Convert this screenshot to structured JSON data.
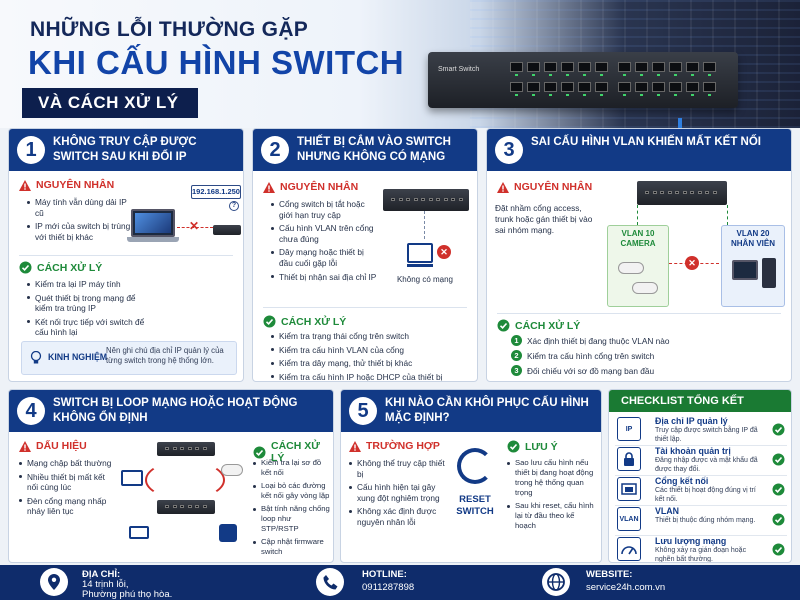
{
  "header": {
    "line1": "NHỮNG LỖI THƯỜNG GẶP",
    "line2": "KHI CẤU HÌNH SWITCH",
    "line3": "VÀ CÁCH XỬ LÝ",
    "device_label": "Smart Switch"
  },
  "s1": {
    "num": "1",
    "title": "KHÔNG TRUY CẬP ĐƯỢC SWITCH SAU KHI ĐỔI IP",
    "cause_label": "NGUYÊN NHÂN",
    "causes": [
      "Máy tính vẫn dùng dải IP cũ",
      "IP mới của switch bị trùng với thiết bị khác"
    ],
    "ip_tag": "192.168.1.250",
    "fix_label": "CÁCH XỬ LÝ",
    "fixes": [
      "Kiểm tra lại IP máy tính",
      "Quét thiết bị trong mạng để kiểm tra trùng IP",
      "Kết nối trực tiếp với switch để cấu hình lại"
    ],
    "tip_label": "KINH NGHIỆM",
    "tip_text": "Nên ghi chú địa chỉ IP quản lý của từng switch trong hệ thống lớn."
  },
  "s2": {
    "num": "2",
    "title": "THIẾT BỊ CẮM VÀO SWITCH NHƯNG KHÔNG CÓ MẠNG",
    "cause_label": "NGUYÊN NHÂN",
    "causes": [
      "Cổng switch bị tắt hoặc giới hạn truy cập",
      "Cấu hình VLAN trên cổng chưa đúng",
      "Dây mạng hoặc thiết bị đầu cuối gặp lỗi",
      "Thiết bị nhận sai địa chỉ IP"
    ],
    "no_net": "Không có mạng",
    "fix_label": "CÁCH XỬ LÝ",
    "fixes": [
      "Kiểm tra trạng thái cổng trên switch",
      "Kiểm tra cấu hình VLAN của cổng",
      "Kiểm tra dây mạng, thử thiết bị khác",
      "Kiểm tra cấu hình IP hoặc DHCP của thiết bị"
    ]
  },
  "s3": {
    "num": "3",
    "title": "SAI CẤU HÌNH VLAN KHIẾN MẤT KẾT NỐI",
    "cause_label": "NGUYÊN NHÂN",
    "cause_text": "Đặt nhầm cổng access, trunk hoặc gán thiết bị vào sai nhóm mạng.",
    "vlan10": "VLAN 10",
    "vlan10_sub": "CAMERA",
    "vlan20": "VLAN 20",
    "vlan20_sub": "NHÂN VIÊN",
    "fix_label": "CÁCH XỬ LÝ",
    "fixes": [
      "Xác định thiết bị đang thuộc VLAN nào",
      "Kiểm tra cấu hình cổng trên switch",
      "Đối chiếu với sơ đồ mạng ban đầu"
    ],
    "fix_nums": [
      "1",
      "2",
      "3"
    ]
  },
  "s4": {
    "num": "4",
    "title": "SWITCH BỊ LOOP MẠNG HOẶC HOẠT ĐỘNG KHÔNG ỔN ĐỊNH",
    "sign_label": "DẤU HIỆU",
    "signs": [
      "Mạng chập bất thường",
      "Nhiều thiết bị mất kết nối cùng lúc",
      "Đèn cổng mạng nhấp nháy liên tục"
    ],
    "fix_label": "CÁCH XỬ LÝ",
    "fixes": [
      "Kiểm tra lại sơ đồ kết nối",
      "Loại bỏ các đường kết nối gây vòng lặp",
      "Bật tính năng chống loop như STP/RSTP",
      "Cập nhật firmware switch"
    ]
  },
  "s5": {
    "num": "5",
    "title": "KHI NÀO CẦN KHÔI PHỤC CẤU HÌNH MẶC ĐỊNH?",
    "case_label": "TRƯỜNG HỢP",
    "cases": [
      "Không thể truy cập thiết bị",
      "Cấu hình hiện tại gây xung đột nghiêm trọng",
      "Không xác định được nguyên nhân lỗi"
    ],
    "reset_label": "RESET",
    "reset_sub": "SWITCH",
    "note_label": "LƯU Ý",
    "notes": [
      "Sao lưu cấu hình nếu thiết bị đang hoạt động trong hệ thống quan trọng",
      "Sau khi reset, cấu hình lại từ đầu theo kế hoạch"
    ]
  },
  "checklist": {
    "title": "CHECKLIST TỔNG KẾT",
    "items": [
      {
        "title": "Địa chỉ IP quản lý",
        "desc": "Truy cập được switch bằng IP đã thiết lập.",
        "icon": "ip-icon",
        "badge": "IP"
      },
      {
        "title": "Tài khoản quản trị",
        "desc": "Đăng nhập được và mật khẩu đã được thay đổi.",
        "icon": "lock-icon",
        "badge": ""
      },
      {
        "title": "Cổng kết nối",
        "desc": "Các thiết bị hoạt động đúng vị trí kết nối.",
        "icon": "port-icon",
        "badge": ""
      },
      {
        "title": "VLAN",
        "desc": "Thiết bị thuộc đúng nhóm mạng.",
        "icon": "vlan-icon",
        "badge": "VLAN"
      },
      {
        "title": "Lưu lượng mạng",
        "desc": "Không xảy ra gián đoạn hoặc nghẽn bất thường.",
        "icon": "gauge-icon",
        "badge": ""
      }
    ]
  },
  "footer": {
    "addr_label": "ĐỊA CHỈ:",
    "addr_line1": "14 trịnh lỗi,",
    "addr_line2": "Phường phú thọ hòa.",
    "hotline_label": "HOTLINE:",
    "hotline": "0911287898",
    "web_label": "WEBSITE:",
    "web": "service24h.com.vn"
  },
  "colors": {
    "primary": "#123a86",
    "danger": "#d0302b",
    "success": "#1e8a3a",
    "footer": "#0f2c6b"
  }
}
